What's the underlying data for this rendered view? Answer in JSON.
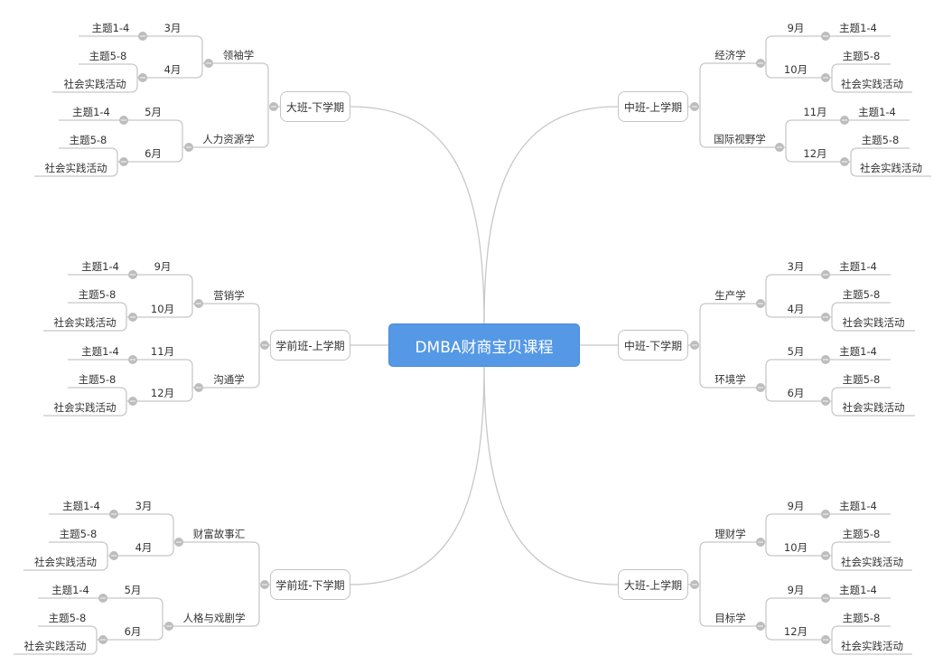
{
  "center": {
    "title": "DMBA财商宝贝课程"
  },
  "branches": [
    {
      "label": "大班-下学期",
      "children": [
        {
          "label": "领袖学",
          "children": [
            {
              "label": "3月",
              "children": [
                "主题1-4"
              ]
            },
            {
              "label": "4月",
              "children": [
                "主题5-8",
                "社会实践活动"
              ]
            }
          ]
        },
        {
          "label": "人力资源学",
          "children": [
            {
              "label": "5月",
              "children": [
                "主题1-4"
              ]
            },
            {
              "label": "6月",
              "children": [
                "主题5-8",
                "社会实践活动"
              ]
            }
          ]
        }
      ]
    },
    {
      "label": "学前班-上学期",
      "children": [
        {
          "label": "营销学",
          "children": [
            {
              "label": "9月",
              "children": [
                "主题1-4"
              ]
            },
            {
              "label": "10月",
              "children": [
                "主题5-8",
                "社会实践活动"
              ]
            }
          ]
        },
        {
          "label": "沟通学",
          "children": [
            {
              "label": "11月",
              "children": [
                "主题1-4"
              ]
            },
            {
              "label": "12月",
              "children": [
                "主题5-8",
                "社会实践活动"
              ]
            }
          ]
        }
      ]
    },
    {
      "label": "学前班-下学期",
      "children": [
        {
          "label": "财富故事汇",
          "children": [
            {
              "label": "3月",
              "children": [
                "主题1-4"
              ]
            },
            {
              "label": "4月",
              "children": [
                "主题5-8",
                "社会实践活动"
              ]
            }
          ]
        },
        {
          "label": "人格与戏剧学",
          "children": [
            {
              "label": "5月",
              "children": [
                "主题1-4"
              ]
            },
            {
              "label": "6月",
              "children": [
                "主题5-8",
                "社会实践活动"
              ]
            }
          ]
        }
      ]
    },
    {
      "label": "中班-上学期",
      "children": [
        {
          "label": "经济学",
          "children": [
            {
              "label": "9月",
              "children": [
                "主题1-4"
              ]
            },
            {
              "label": "10月",
              "children": [
                "主题5-8",
                "社会实践活动"
              ]
            }
          ]
        },
        {
          "label": "国际视野学",
          "children": [
            {
              "label": "11月",
              "children": [
                "主题1-4"
              ]
            },
            {
              "label": "12月",
              "children": [
                "主题5-8",
                "社会实践活动"
              ]
            }
          ]
        }
      ]
    },
    {
      "label": "中班-下学期",
      "children": [
        {
          "label": "生产学",
          "children": [
            {
              "label": "3月",
              "children": [
                "主题1-4"
              ]
            },
            {
              "label": "4月",
              "children": [
                "主题5-8",
                "社会实践活动"
              ]
            }
          ]
        },
        {
          "label": "环境学",
          "children": [
            {
              "label": "5月",
              "children": [
                "主题1-4"
              ]
            },
            {
              "label": "6月",
              "children": [
                "主题5-8",
                "社会实践活动"
              ]
            }
          ]
        }
      ]
    },
    {
      "label": "大班-上学期",
      "children": [
        {
          "label": "理财学",
          "children": [
            {
              "label": "9月",
              "children": [
                "主题1-4"
              ]
            },
            {
              "label": "10月",
              "children": [
                "主题5-8",
                "社会实践活动"
              ]
            }
          ]
        },
        {
          "label": "目标学",
          "children": [
            {
              "label": "9月",
              "children": [
                "主题1-4"
              ]
            },
            {
              "label": "12月",
              "children": [
                "主题5-8",
                "社会实践活动"
              ]
            }
          ]
        }
      ]
    }
  ],
  "colors": {
    "center": "#5599e6",
    "line": "#c8c8c8",
    "collapse_dot": "#bdbdbd"
  }
}
